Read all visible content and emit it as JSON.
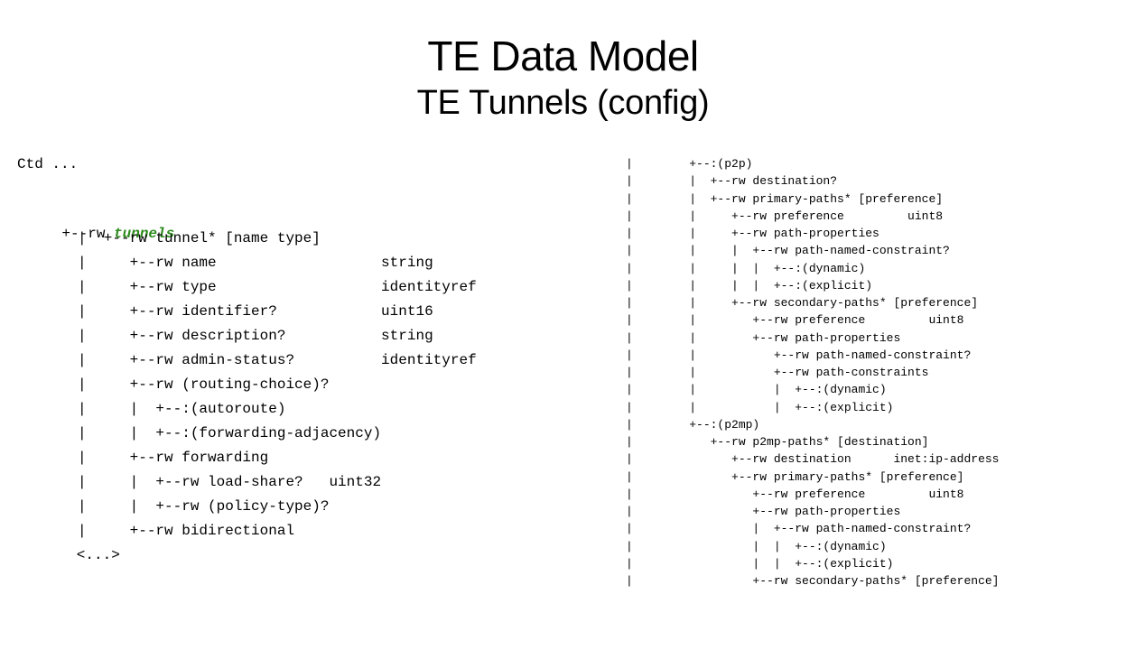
{
  "slide": {
    "title": "TE Data Model",
    "subtitle": "TE Tunnels (config)"
  },
  "left_tree": {
    "header": "Ctd ...",
    "tunnels_prefix": "+--rw ",
    "tunnels_keyword": "tunnels",
    "lines": [
      "|  +--rw tunnel* [name type]",
      "|     +--rw name                   string",
      "|     +--rw type                   identityref",
      "|     +--rw identifier?            uint16",
      "|     +--rw description?           string",
      "|     +--rw admin-status?          identityref",
      "|     +--rw (routing-choice)?",
      "|     |  +--:(autoroute)",
      "|     |  +--:(forwarding-adjacency)",
      "|     +--rw forwarding",
      "|     |  +--rw load-share?   uint32",
      "|     |  +--rw (policy-type)?",
      "|     +--rw bidirectional",
      "   <...>"
    ]
  },
  "right_tree": {
    "lines": [
      "|        +--:(p2p)",
      "|        |  +--rw destination?",
      "|        |  +--rw primary-paths* [preference]",
      "|        |     +--rw preference         uint8",
      "|        |     +--rw path-properties",
      "|        |     |  +--rw path-named-constraint?",
      "|        |     |  |  +--:(dynamic)",
      "|        |     |  |  +--:(explicit)",
      "|        |     +--rw secondary-paths* [preference]",
      "|        |        +--rw preference         uint8",
      "|        |        +--rw path-properties",
      "|        |           +--rw path-named-constraint?",
      "|        |           +--rw path-constraints",
      "|        |           |  +--:(dynamic)",
      "|        |           |  +--:(explicit)",
      "|        +--:(p2mp)",
      "|           +--rw p2mp-paths* [destination]",
      "|              +--rw destination      inet:ip-address",
      "|              +--rw primary-paths* [preference]",
      "|                 +--rw preference         uint8",
      "|                 +--rw path-properties",
      "|                 |  +--rw path-named-constraint?",
      "|                 |  |  +--:(dynamic)",
      "|                 |  |  +--:(explicit)",
      "|                 +--rw secondary-paths* [preference]"
    ]
  }
}
